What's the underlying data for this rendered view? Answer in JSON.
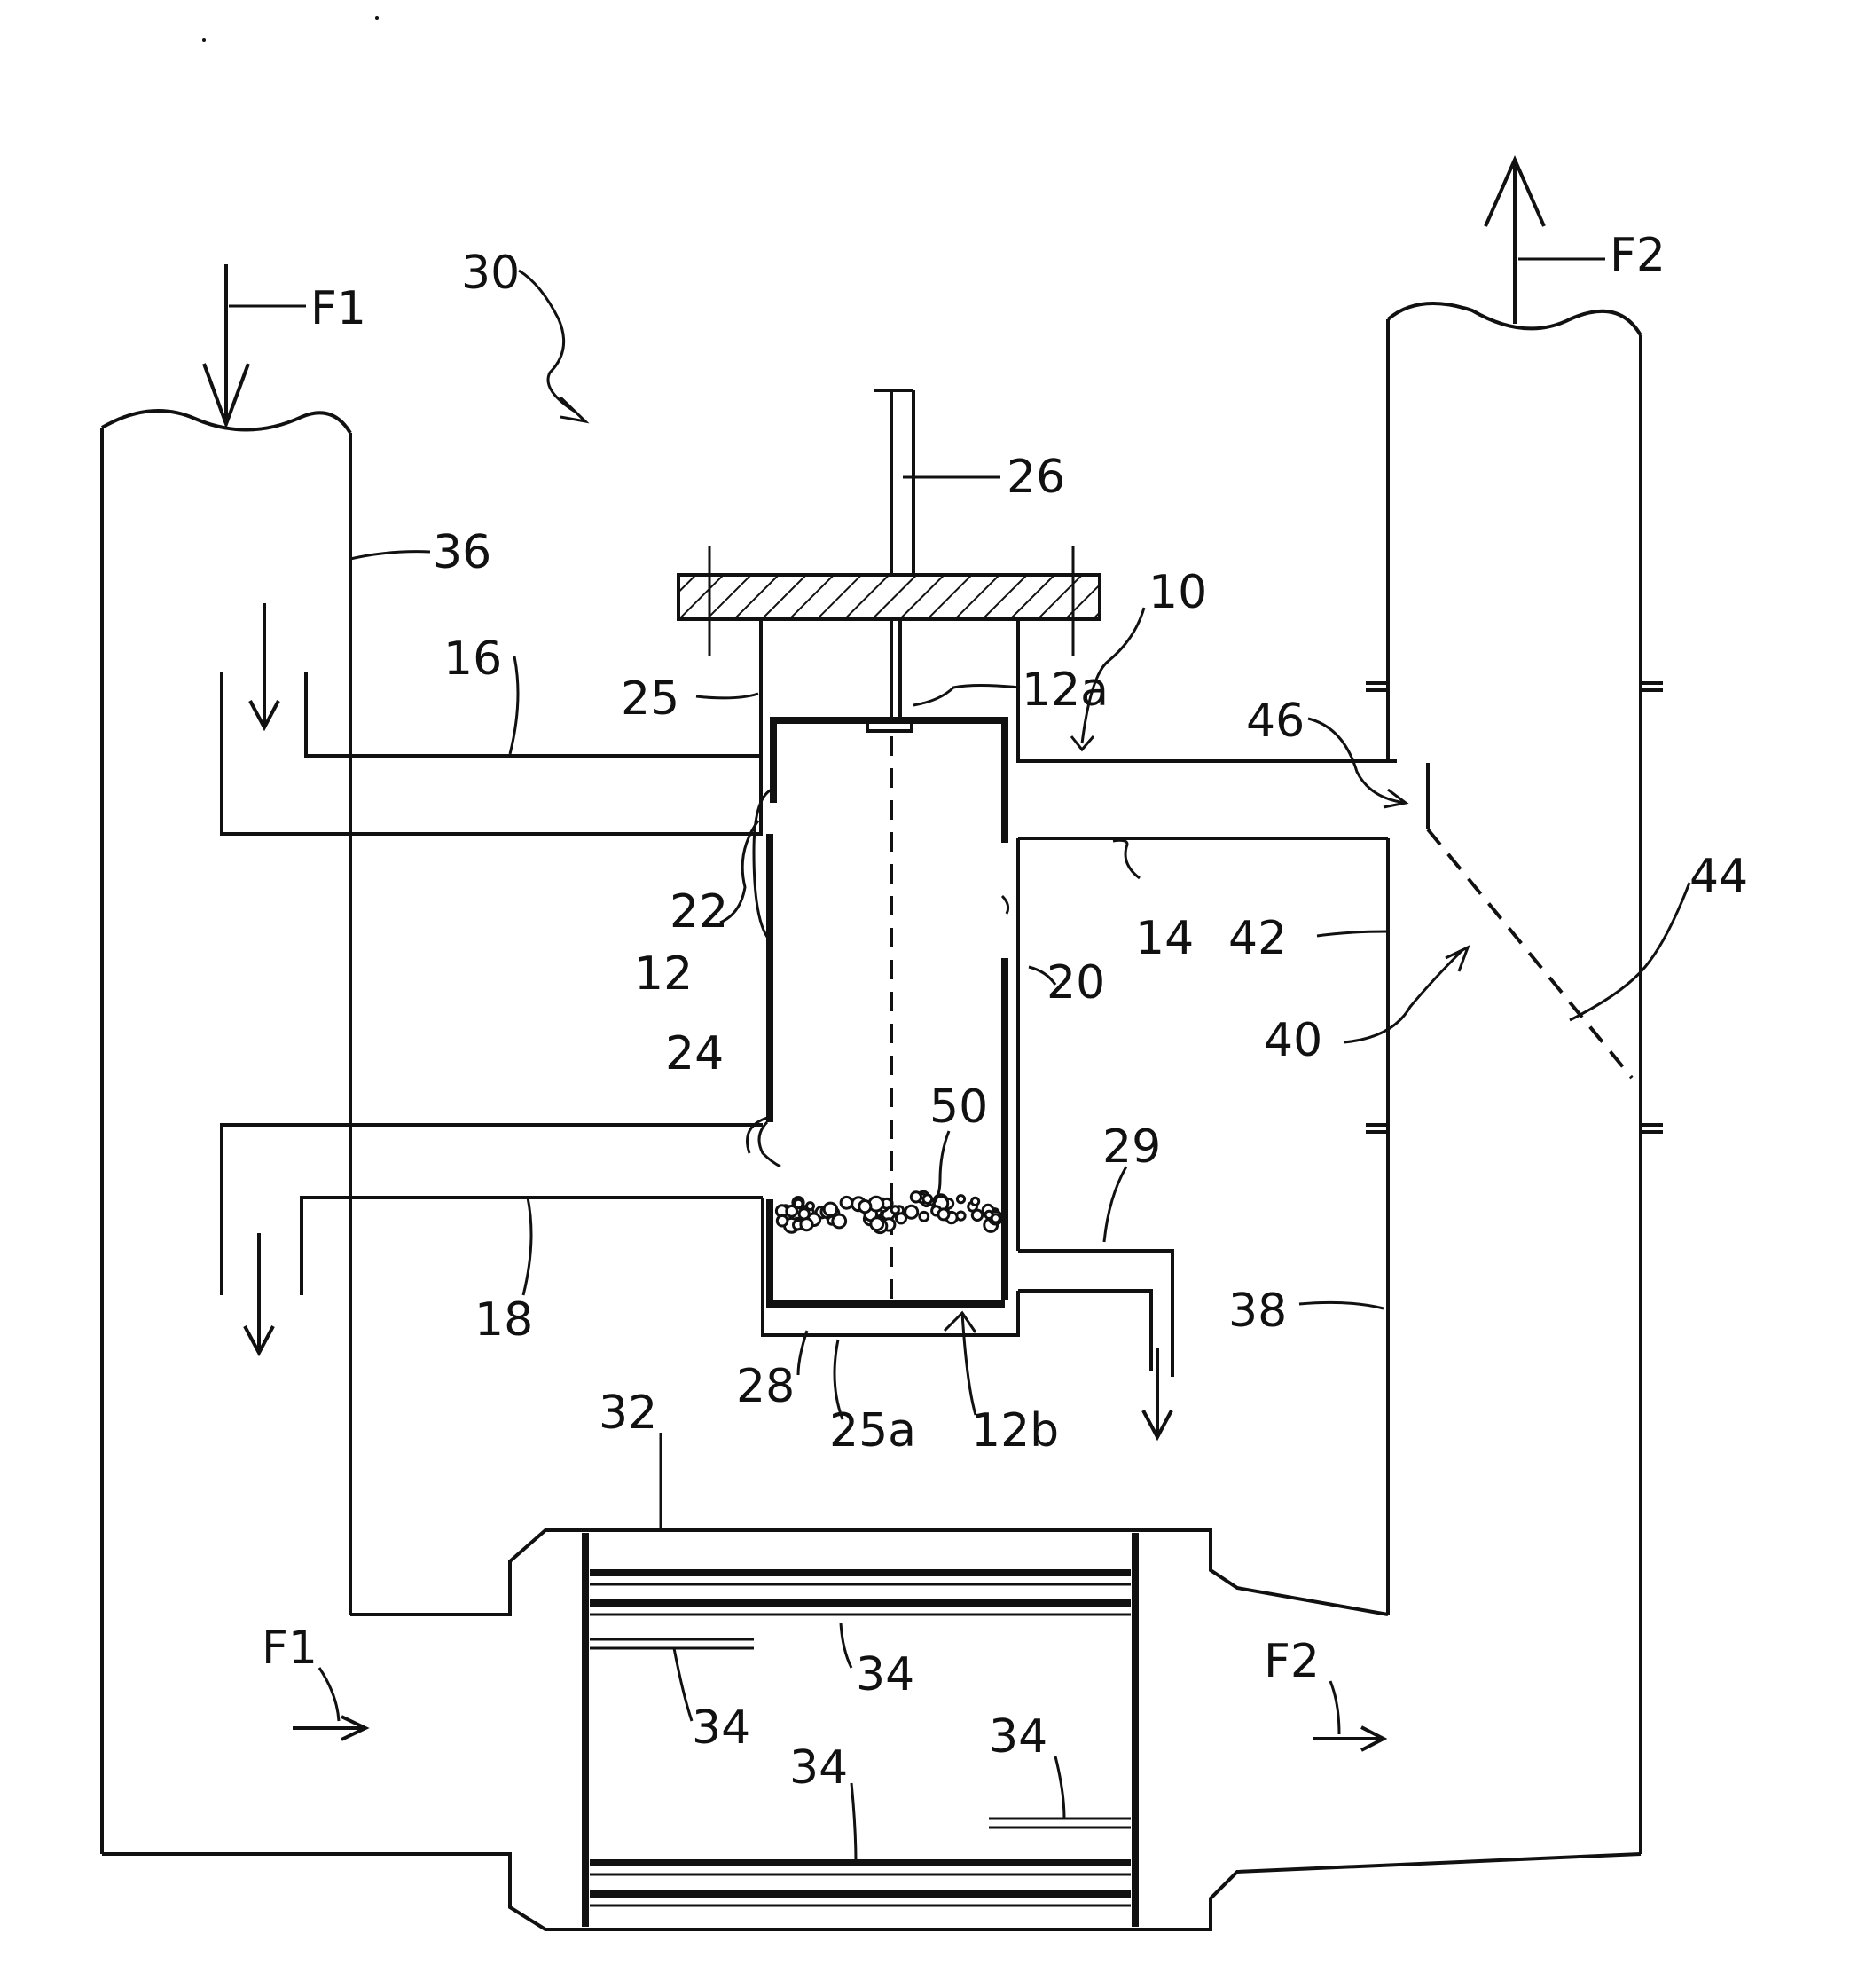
{
  "labels": {
    "f1_top": "F1",
    "f2_top": "F2",
    "f1_bottom": "F1",
    "f2_bottom": "F2",
    "n30": "30",
    "n26": "26",
    "n36": "36",
    "n10": "10",
    "n16": "16",
    "n25": "25",
    "n12a": "12a",
    "n46": "46",
    "n44": "44",
    "n22": "22",
    "n14": "14",
    "n42": "42",
    "n12": "12",
    "n20": "20",
    "n40": "40",
    "n24": "24",
    "n50": "50",
    "n29": "29",
    "n18": "18",
    "n38": "38",
    "n28": "28",
    "n25a": "25a",
    "n12b": "12b",
    "n32": "32",
    "n34_a": "34",
    "n34_b": "34",
    "n34_c": "34",
    "n34_d": "34"
  }
}
